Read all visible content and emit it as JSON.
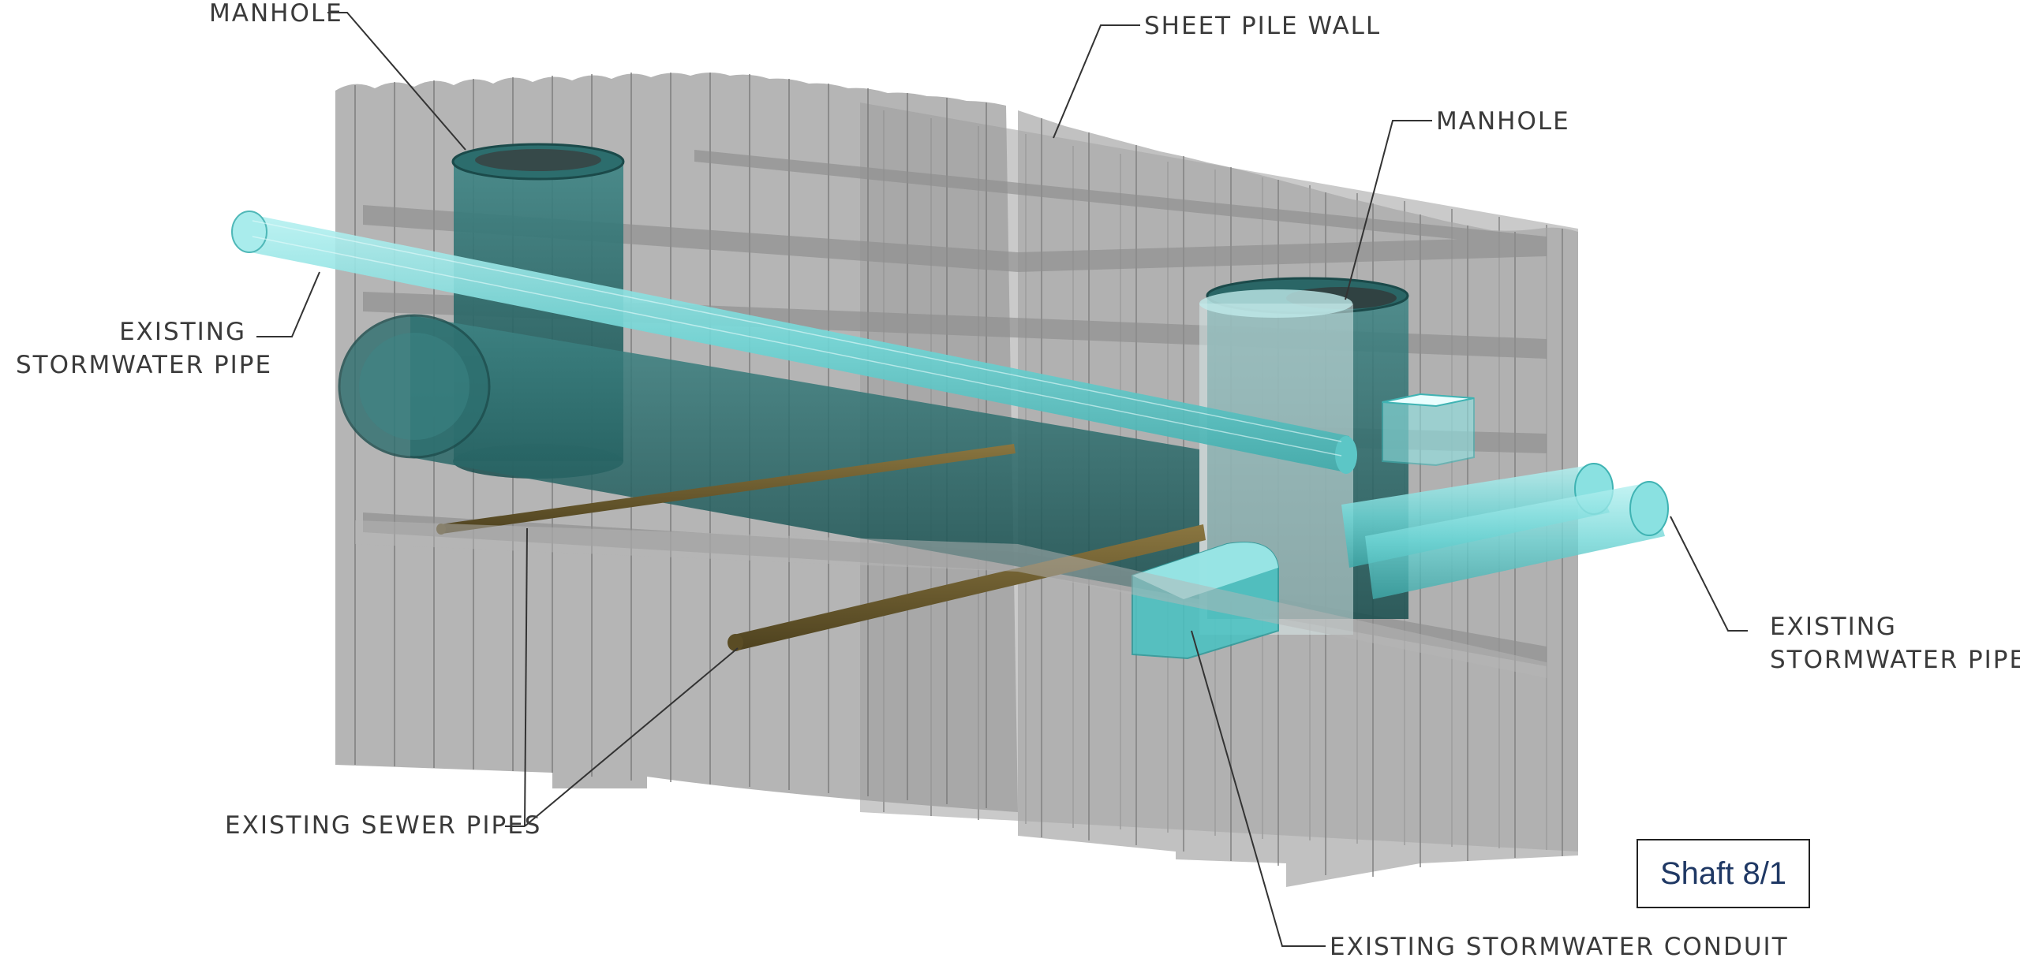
{
  "labels": {
    "manhole_left": "MANHOLE",
    "sheet_pile_wall": "SHEET PILE WALL",
    "manhole_right": "MANHOLE",
    "stormwater_pipe_left": [
      "EXISTING",
      "STORMWATER PIPE"
    ],
    "stormwater_pipes_right": [
      "EXISTING",
      "STORMWATER PIPES"
    ],
    "sewer_pipes": "EXISTING SEWER PIPES",
    "stormwater_conduit": "EXISTING STORMWATER CONDUIT"
  },
  "tag": "Shaft 8/1",
  "colors": {
    "sheet_pile": "#9a9a9a",
    "pipe_cyan": "#7fdede",
    "teal_dark": "#1f5e5e",
    "sewer_pipe": "#6b5a2e",
    "leader_line": "#333333"
  }
}
